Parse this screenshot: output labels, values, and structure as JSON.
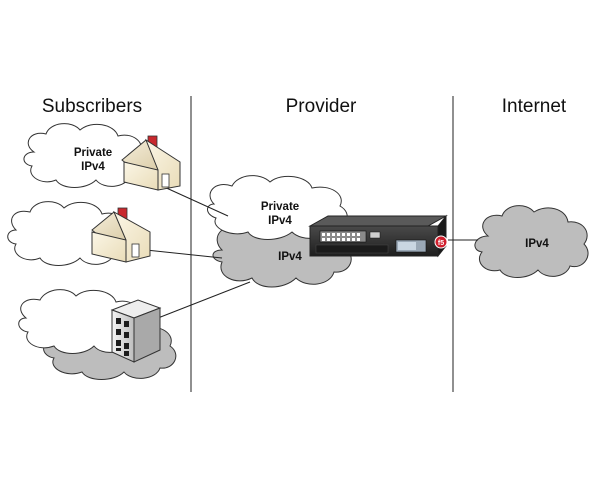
{
  "columns": {
    "subscribers": "Subscribers",
    "provider": "Provider",
    "internet": "Internet"
  },
  "clouds": {
    "subscriber_top": {
      "line1": "Private",
      "line2": "IPv4"
    },
    "provider_private": {
      "line1": "Private",
      "line2": "IPv4"
    },
    "provider_public": {
      "line1": "IPv4"
    },
    "internet": {
      "line1": "IPv4"
    }
  },
  "device": {
    "logo_text": "f5"
  },
  "colors": {
    "white_cloud_fill": "#ffffff",
    "gray_cloud_fill": "#bdbdbd",
    "outline": "#333333",
    "device_body": "#2b2b2b",
    "house_wall": "#f3ead2",
    "house_roof": "#e8dcc0",
    "chimney": "#c8282d",
    "logo_red": "#d01f2d"
  }
}
